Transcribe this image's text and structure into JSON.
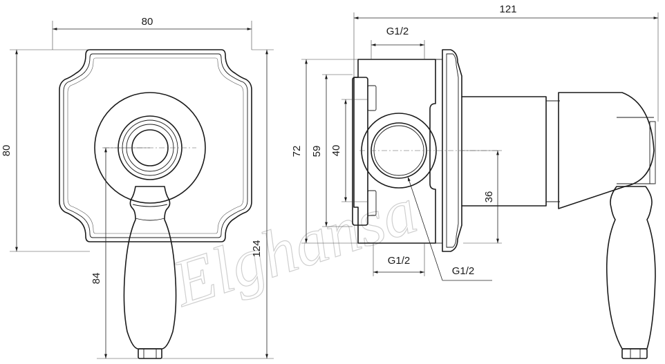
{
  "watermark": "Elghansa",
  "front_view": {
    "width_dim": "80",
    "height_dim": "80",
    "handle_dim": "84",
    "total_dim": "124"
  },
  "side_view": {
    "depth_dim": "121",
    "thread_top": "G1/2",
    "thread_bottom": "G1/2",
    "thread_side": "G1/2",
    "dim_72": "72",
    "dim_59": "59",
    "dim_40": "40",
    "dim_36": "36"
  }
}
